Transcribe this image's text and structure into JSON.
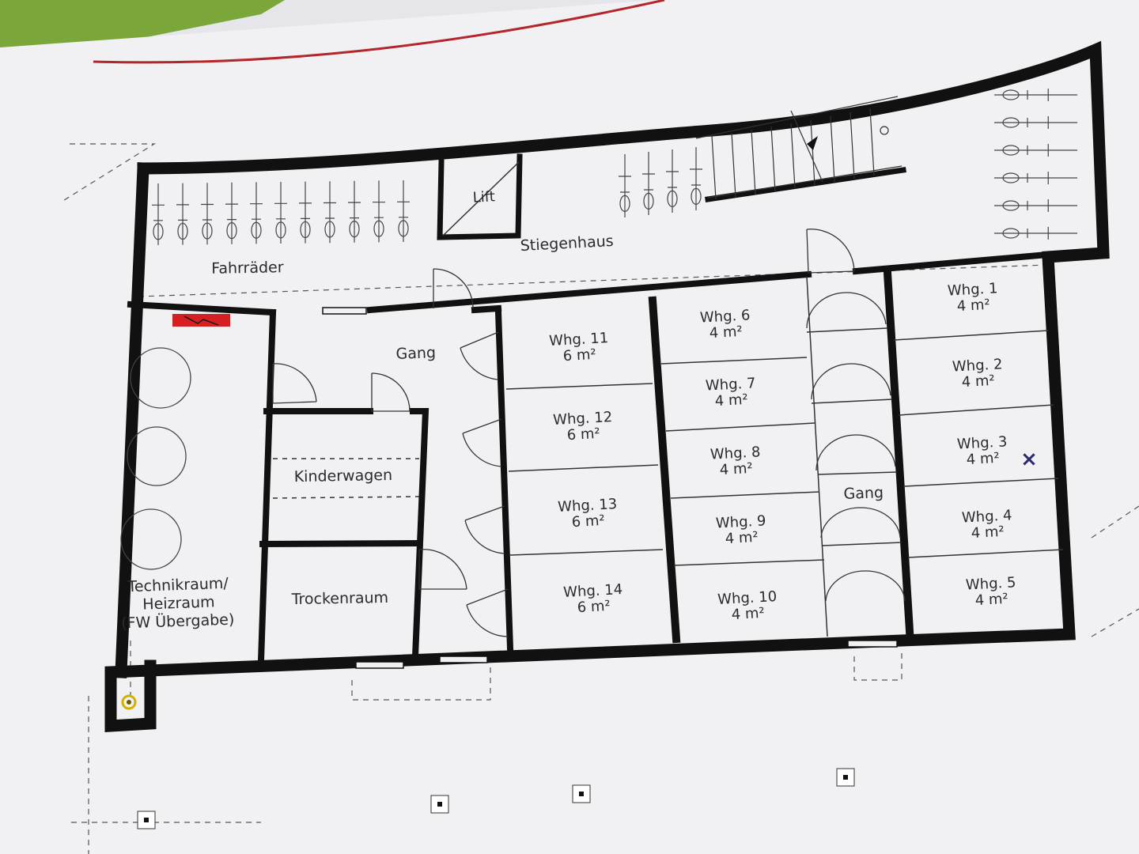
{
  "floorplan": {
    "rooms": {
      "fahrraeder": "Fahrräder",
      "lift": "Lift",
      "stiegenhaus": "Stiegenhaus",
      "gang_left": "Gang",
      "gang_right": "Gang",
      "kinderwagen": "Kinderwagen",
      "trockenraum": "Trockenraum",
      "technik": [
        "Technikraum/",
        "Heizraum",
        "(FW Übergabe)"
      ]
    },
    "units": [
      {
        "name": "Whg. 1",
        "area": "4 m²"
      },
      {
        "name": "Whg. 2",
        "area": "4 m²"
      },
      {
        "name": "Whg. 3",
        "area": "4 m²"
      },
      {
        "name": "Whg. 4",
        "area": "4 m²"
      },
      {
        "name": "Whg. 5",
        "area": "4 m²"
      },
      {
        "name": "Whg. 6",
        "area": "4 m²"
      },
      {
        "name": "Whg. 7",
        "area": "4 m²"
      },
      {
        "name": "Whg. 8",
        "area": "4 m²"
      },
      {
        "name": "Whg. 9",
        "area": "4 m²"
      },
      {
        "name": "Whg. 10",
        "area": "4 m²"
      },
      {
        "name": "Whg. 11",
        "area": "6 m²"
      },
      {
        "name": "Whg. 12",
        "area": "6 m²"
      },
      {
        "name": "Whg. 13",
        "area": "6 m²"
      },
      {
        "name": "Whg. 14",
        "area": "6 m²"
      }
    ],
    "handwritten_mark": "×",
    "colors": {
      "wall": "#111111",
      "paper": "#f1f0f3",
      "electrical_box": "#d42020",
      "boundary_line": "#b3262a",
      "gas_marker": "#d4b000",
      "pen_mark": "#2c2a6e"
    }
  }
}
